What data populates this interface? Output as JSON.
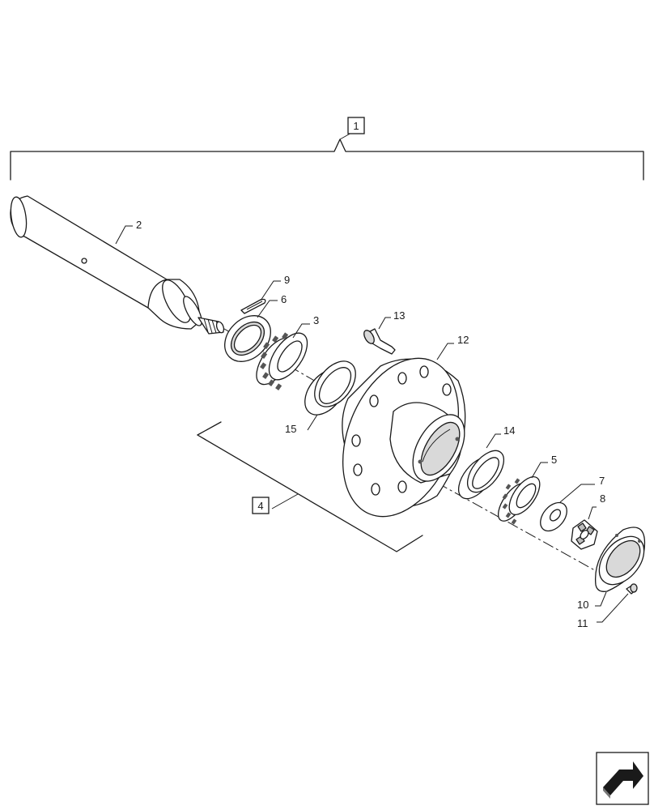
{
  "diagram": {
    "callouts": {
      "c1": "1",
      "c2": "2",
      "c3": "3",
      "c4": "4",
      "c5": "5",
      "c6": "6",
      "c7": "7",
      "c8": "8",
      "c9": "9",
      "c10": "10",
      "c11": "11",
      "c12": "12",
      "c13": "13",
      "c14": "14",
      "c15": "15"
    },
    "nav_icon": "next-page-arrow-icon"
  }
}
